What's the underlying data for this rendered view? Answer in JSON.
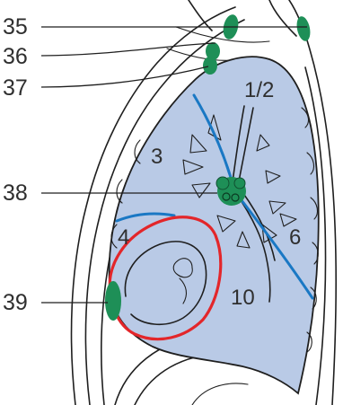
{
  "callouts": [
    {
      "label": "35"
    },
    {
      "label": "36"
    },
    {
      "label": "37"
    },
    {
      "label": "38"
    },
    {
      "label": "39"
    }
  ],
  "segments": [
    {
      "label": "1/2"
    },
    {
      "label": "3"
    },
    {
      "label": "4"
    },
    {
      "label": "6"
    },
    {
      "label": "10"
    }
  ],
  "colors": {
    "lung_fill": "#b9cae6",
    "fissure": "#1a78c4",
    "lymph_node": "#1e8f57",
    "heart_outline": "#e3262a",
    "outline": "#1f1f1f"
  }
}
